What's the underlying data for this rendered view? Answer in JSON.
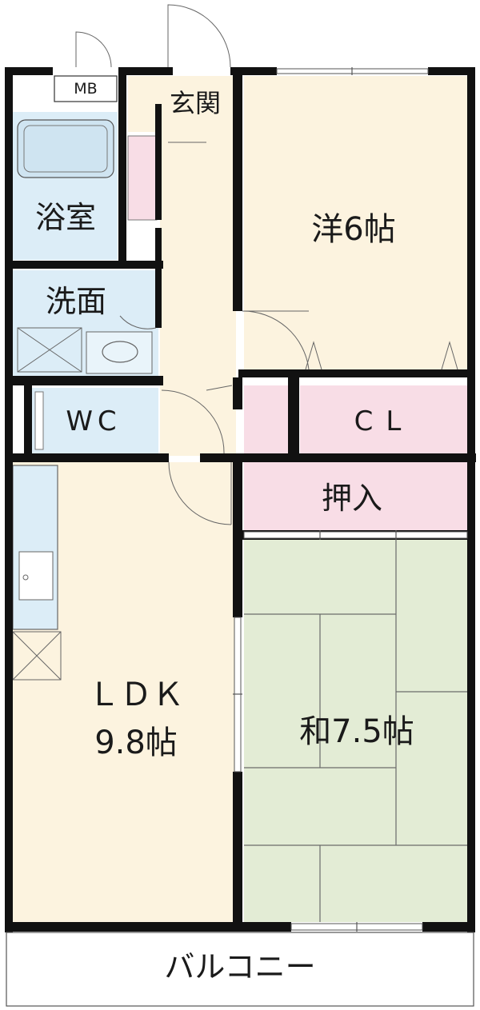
{
  "plan": {
    "colors": {
      "floor_wood": "#fcf3df",
      "tatami": "#e3ecd5",
      "water_room": "#dcedf7",
      "storage": "#f8dde6",
      "wall": "#111111",
      "balcony": "#ffffff"
    },
    "rooms": {
      "meter_box": "MB",
      "entrance": "玄関",
      "bathroom": "浴室",
      "washroom": "洗面",
      "toilet": "WC",
      "western_room": "洋6帖",
      "closet": "CL",
      "oshiire": "押入",
      "ldk_name": "ＬＤＫ",
      "ldk_size": "9.8帖",
      "japanese_room": "和7.5帖",
      "balcony": "バルコニー"
    }
  }
}
